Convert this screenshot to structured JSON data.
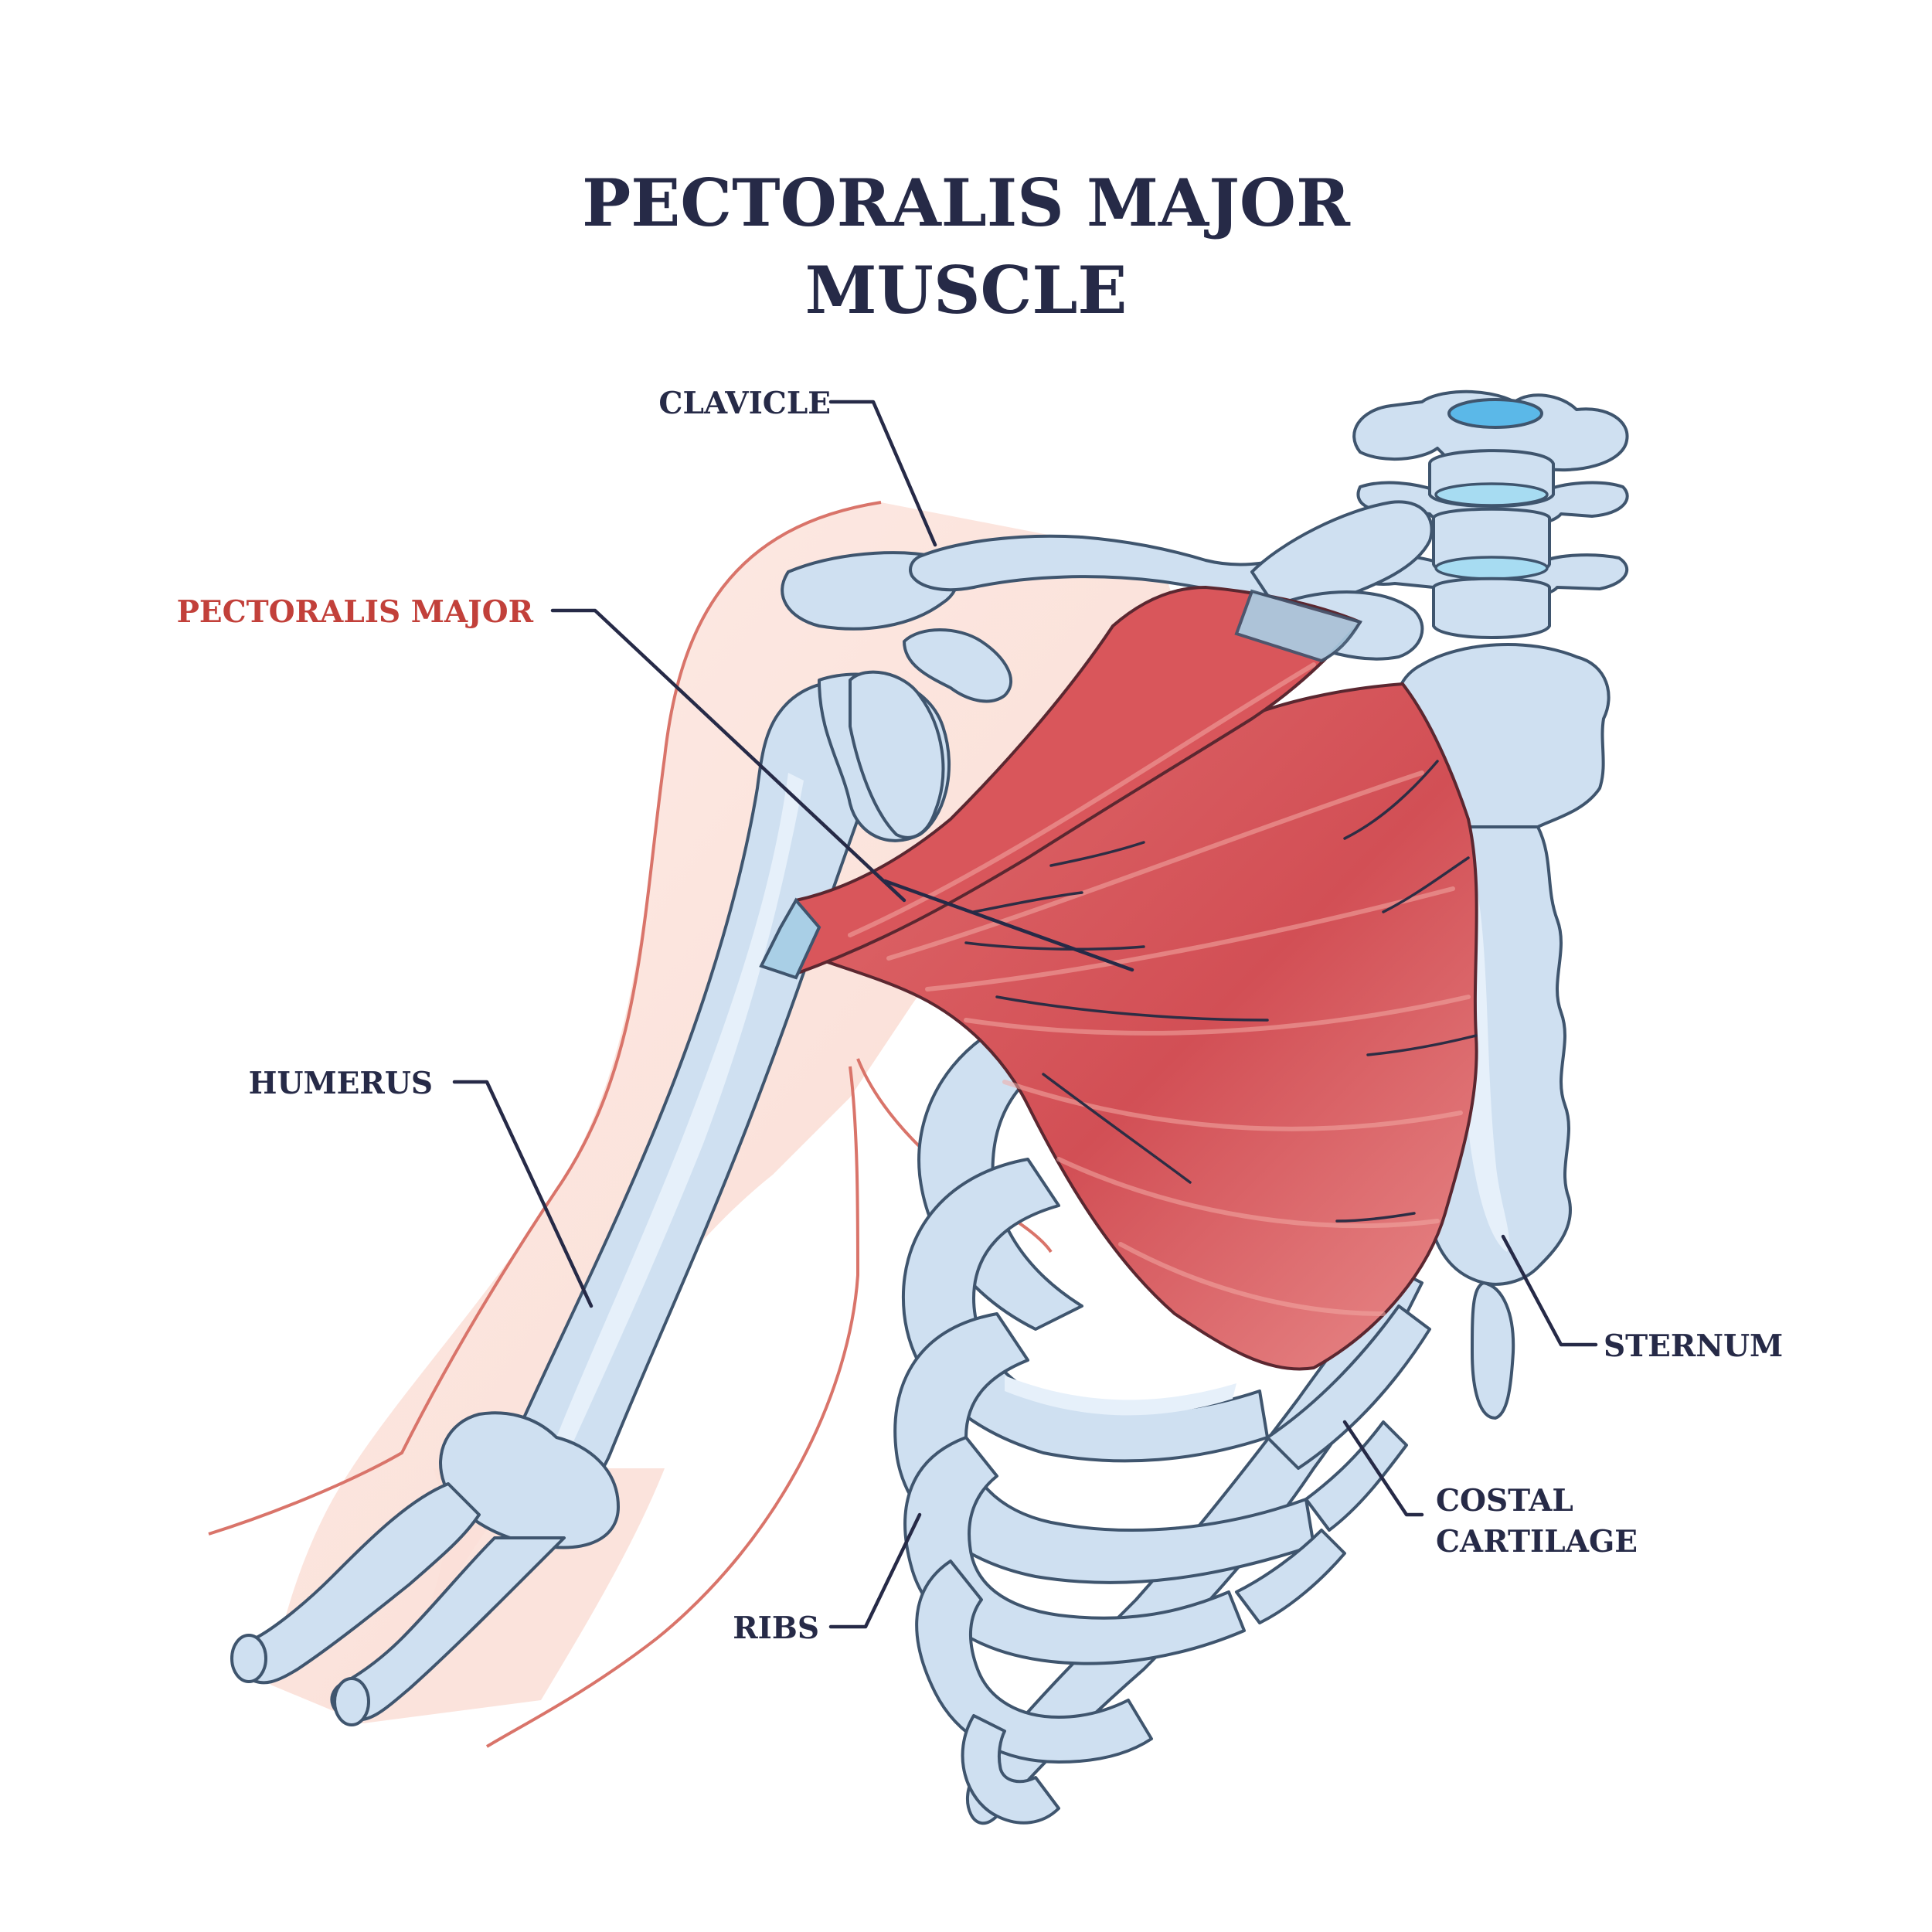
{
  "title": {
    "line1": "PECTORALIS MAJOR",
    "line2": "MUSCLE"
  },
  "labels": {
    "clavicle": "CLAVICLE",
    "pectoralis_major": "PECTORALIS MAJOR",
    "humerus": "HUMERUS",
    "sternum": "STERNUM",
    "costal_cartilage_1": "COSTAL",
    "costal_cartilage_2": "CARTILAGE",
    "ribs": "RIBS"
  },
  "colors": {
    "text": "#262a47",
    "highlight_label": "#c2403a",
    "muscle": "#d9555a",
    "bone": "#cfe0f1",
    "skin": "#fbe4de"
  }
}
